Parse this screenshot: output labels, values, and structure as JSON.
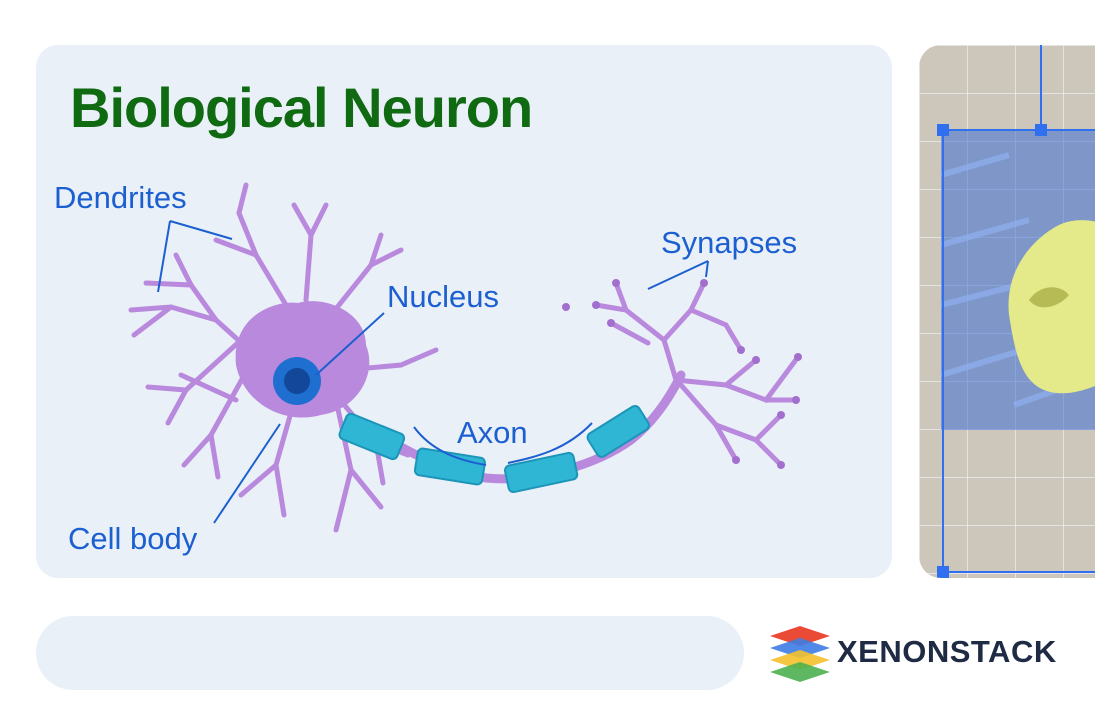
{
  "diagram": {
    "title": "Biological Neuron",
    "labels": {
      "dendrites": "Dendrites",
      "nucleus": "Nucleus",
      "synapses": "Synapses",
      "axon": "Axon",
      "cell_body": "Cell body"
    },
    "colors": {
      "title": "#0f6a12",
      "label": "#1c5fd0",
      "neuron_body": "#b889dc",
      "myelin_sheath": "#2fb6d4",
      "nucleus": "#1e6fd0",
      "panel_background": "#eaf0f8"
    }
  },
  "brand": {
    "name": "XENONSTACK",
    "logo_icon": "layered-stack-icon",
    "logo_colors": [
      "#ea4b37",
      "#3c7de6",
      "#f4c12b",
      "#4cb050"
    ]
  }
}
